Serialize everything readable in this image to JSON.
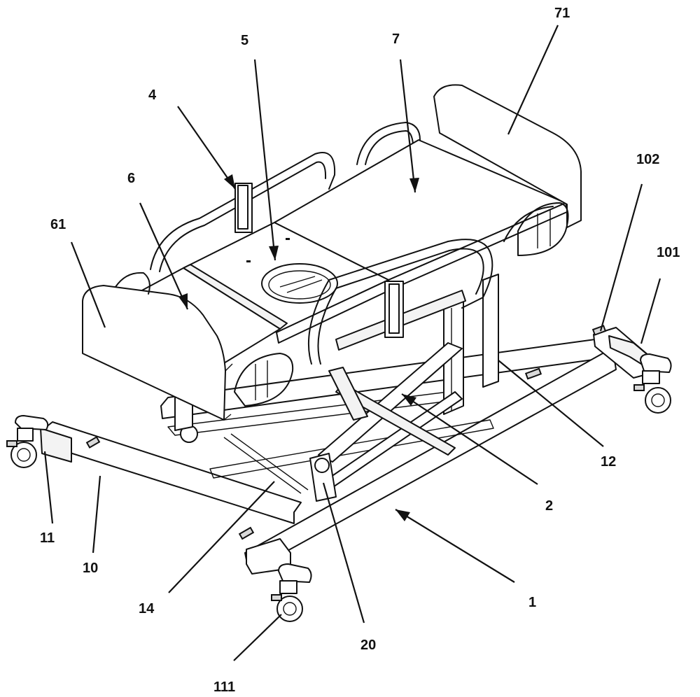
{
  "labels": {
    "l_71": "71",
    "l_7": "7",
    "l_5": "5",
    "l_4": "4",
    "l_6": "6",
    "l_61": "61",
    "l_102": "102",
    "l_101": "101",
    "l_12": "12",
    "l_2": "2",
    "l_1": "1",
    "l_20": "20",
    "l_14": "14",
    "l_10": "10",
    "l_11": "11",
    "l_111": "111"
  }
}
